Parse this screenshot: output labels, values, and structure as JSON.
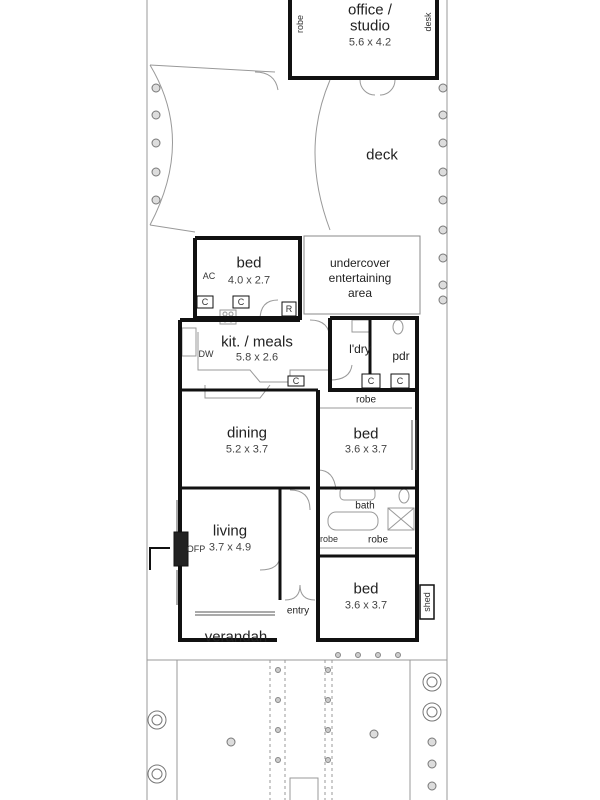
{
  "rooms": {
    "office": {
      "name": "office /",
      "name2": "studio",
      "dims": "5.6 x 4.2"
    },
    "deck": {
      "name": "deck"
    },
    "bed1": {
      "name": "bed",
      "dims": "4.0 x 2.7"
    },
    "undercover": {
      "line1": "undercover",
      "line2": "entertaining",
      "line3": "area"
    },
    "kitchen": {
      "name": "kit. / meals",
      "dims": "5.8 x 2.6"
    },
    "laundry": {
      "name": "l'dry"
    },
    "powder": {
      "name": "pdr"
    },
    "dining": {
      "name": "dining",
      "dims": "5.2 x 3.7"
    },
    "bed2": {
      "name": "bed",
      "dims": "3.6 x 3.7"
    },
    "bath": {
      "name": "bath"
    },
    "living": {
      "name": "living",
      "dims": "3.7 x 4.9"
    },
    "bed3": {
      "name": "bed",
      "dims": "3.6 x 3.7"
    },
    "entry": {
      "name": "entry"
    },
    "verandah": {
      "name": "verandah"
    }
  },
  "fixtures": {
    "robe": "robe",
    "desk": "desk",
    "ac": "AC",
    "dw": "DW",
    "ofp": "OFP",
    "cupboard": "C",
    "refrigerator": "R",
    "shed": "shed"
  }
}
